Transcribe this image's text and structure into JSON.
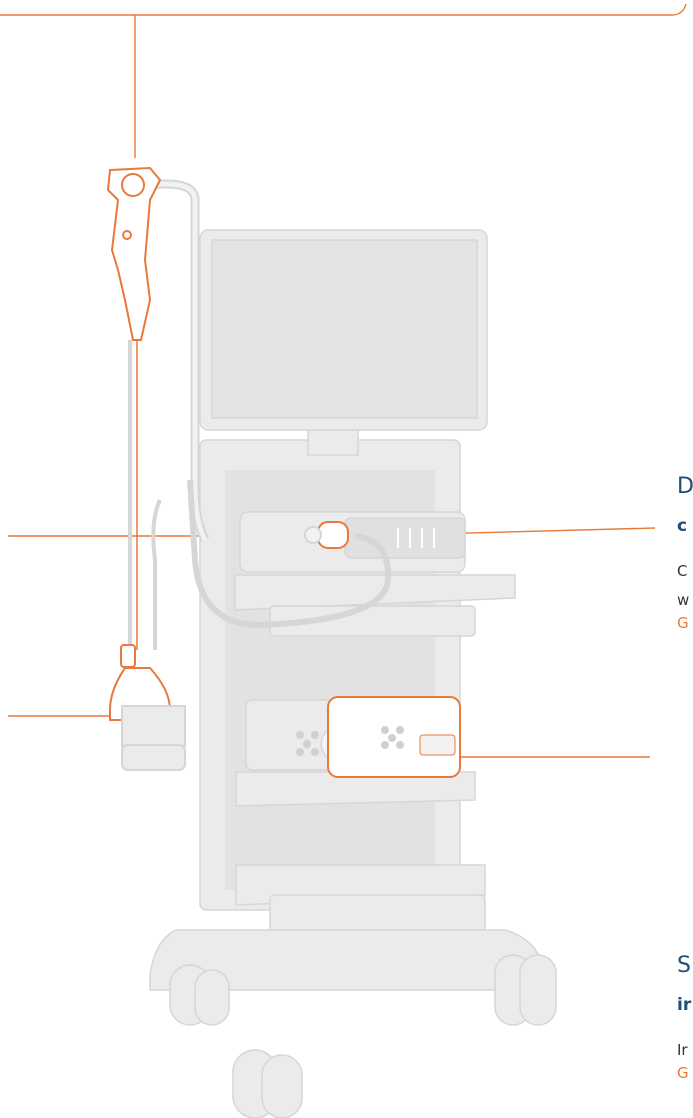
{
  "colors": {
    "accent": "#e8793a",
    "equipment": "#ebebeb",
    "equipment_outline": "#d6d6d6",
    "heading": "#1f4d7a",
    "body_text": "#333333"
  },
  "callouts": [
    {
      "title": "D",
      "subtitle": "c",
      "body_lines": [
        "C",
        "w"
      ],
      "link": "G"
    },
    {
      "title": "S",
      "subtitle": "ir",
      "body_lines": [
        "Ir"
      ],
      "link": "G"
    }
  ]
}
